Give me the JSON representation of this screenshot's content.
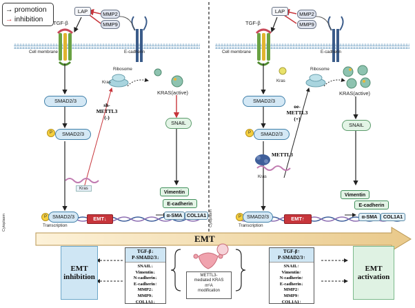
{
  "legend": {
    "promotion": "promotion",
    "inhibition": "inhibition",
    "promotion_arrow": "→",
    "inhibition_arrow": "→",
    "promotion_color": "#111111",
    "inhibition_color": "#c7353b"
  },
  "left": {
    "lap": "LAP",
    "mmp2": "MMP2",
    "mmp9": "MMP9",
    "tgfb": "TGF-β",
    "ecadherin_receptor": "E-cadherin",
    "cell_membrane": "Cell membrane",
    "ribosome": "Ribosome",
    "kras": "Kras",
    "kras_active": "KRAS(active)",
    "treatment_line1": "sh-",
    "treatment_line2": "METTL3",
    "treatment_line3": "(-)",
    "smad": "SMAD2/3",
    "psmad": "SMAD2/3",
    "nuclear_smad": "SMAD2/3",
    "p": "P",
    "snail": "SNAIL",
    "kras_mrna": "Kras",
    "emt": "EMT↓",
    "transcription": "Transcription",
    "vimentin": "Vimentin",
    "ecadherin": "E-cadherin",
    "asma": "α-SMA",
    "col1a1": "COL1A1",
    "cytoplasm": "Cytoplasm"
  },
  "right": {
    "lap": "LAP",
    "mmp2": "MMP2",
    "mmp9": "MMP9",
    "tgfb": "TGF-β",
    "ecadherin_receptor": "E-cadherin",
    "cell_membrane": "Cell membrane",
    "ribosome": "Ribosome",
    "kras": "Kras",
    "kras_active": "KRAS(active)",
    "treatment_line1": "oe-",
    "treatment_line2": "METTL3",
    "treatment_line3": "(+)",
    "smad": "SMAD2/3",
    "psmad": "SMAD2/3",
    "nuclear_smad": "SMAD2/3",
    "p": "P",
    "snail": "SNAIL",
    "kras_mrna": "Kras",
    "mettl3": "METTL3",
    "emt": "EMT↑",
    "transcription": "Transcription",
    "vimentin": "Vimentin",
    "ecadherin": "E-cadherin",
    "asma": "α-SMA",
    "col1a1": "COL1A1",
    "cytoplasm": "Cytoplasm"
  },
  "bottom": {
    "emt_banner": "EMT",
    "inhibition_box": {
      "line1": "EMT",
      "line2": "inhibition"
    },
    "activation_box": {
      "line1": "EMT",
      "line2": "activation"
    },
    "left_markers": {
      "head1": "TGF-β↓",
      "head2": "P-SMAD2/3↓",
      "items": [
        "SNAIL↓",
        "Vimentin↓",
        "N-cadherin↓",
        "E-cadherin↑",
        "MMP2↓",
        "MMP9↓",
        "COL1A1↓"
      ]
    },
    "right_markers": {
      "head1": "TGF-β↑",
      "head2": "P-SMAD2/3↑",
      "items": [
        "SNAIL↑",
        "Vimentin↑",
        "N-cadherin↑",
        "E-cadherin↓",
        "MMP2↑",
        "MMP9↑",
        "COL1A1↑"
      ]
    },
    "center_caption": {
      "line1": "METTL3-",
      "line2": "mediated KRAS",
      "line3": "m⁶A",
      "line4": "modification"
    }
  },
  "colors": {
    "inhibition_red": "#c7353b",
    "smad_blue": "#d4e8f5",
    "gene_green": "#e3f4e6",
    "banner": "#f0d59a"
  }
}
